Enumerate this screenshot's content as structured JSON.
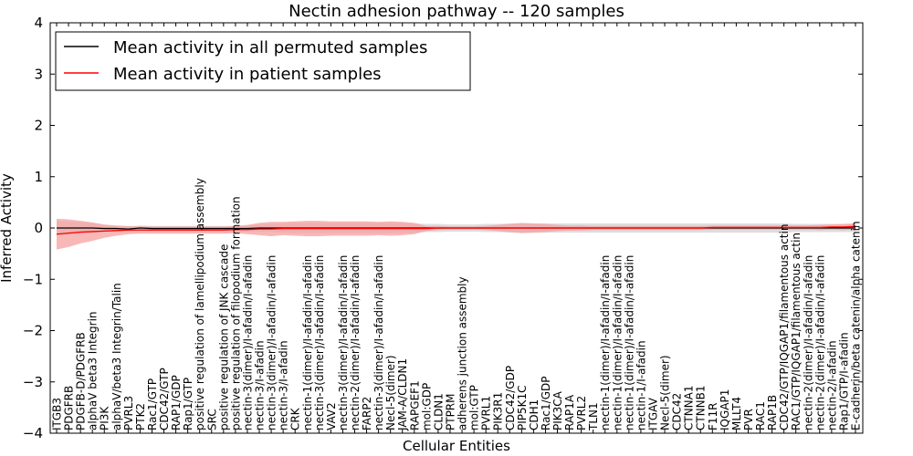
{
  "chart_data": {
    "type": "line",
    "title": "Nectin adhesion pathway -- 120 samples",
    "xlabel": "Cellular Entities",
    "ylabel": "Inferred Activity",
    "ylim": [
      -4,
      4
    ],
    "yticks": [
      -4,
      -3,
      -2,
      -1,
      0,
      1,
      2,
      3,
      4
    ],
    "legend_position": "top-left",
    "grid": false,
    "categories": [
      "ITGB3",
      "PDGFRB",
      "PDGFB-D/PDGFRB",
      "alphaV beta3 Integrin",
      "PI3K",
      "alphaV/beta3 Integrin/Talin",
      "PVRL3",
      "PTK2",
      "Rac1/GTP",
      "CDC42/GTP",
      "RAP1/GDP",
      "Rap1/GTP",
      "positive regulation of lamellipodium assembly",
      "SRC",
      "positive regulation of JNK cascade",
      "positive regulation of filopodium formation",
      "nectin-3(dimer)/I-afadin/I-afadin",
      "nectin-3/I-afadin",
      "nectin-3(dimer)/I-afadin/I-afadin",
      "nectin-3/I-afadin",
      "CRK",
      "nectin-1(dimer)/I-afadin/I-afadin",
      "nectin-3(dimer)/I-afadin/I-afadin",
      "VAV2",
      "nectin-3(dimer)/I-afadin/I-afadin",
      "nectin-2(dimer)/I-afadin/I-afadin",
      "FARP2",
      "nectin-3(dimer)/I-afadin/I-afadin",
      "Necl-5(dimer)",
      "JAM-A/CLDN1",
      "RAPGEF1",
      "mol:GDP",
      "CLDN1",
      "PTPRM",
      "adherens junction assembly",
      "mol:GTP",
      "PVRL1",
      "PIK3R1",
      "CDC42/GDP",
      "PIP5K1C",
      "CDH1",
      "Rac1/GDP",
      "PIK3CA",
      "RAP1A",
      "PVRL2",
      "TLN1",
      "nectin-1(dimer)/I-afadin/I-afadin",
      "nectin-1(dimer)/I-afadin/I-afadin",
      "nectin-1(dimer)/I-afadin/I-afadin",
      "nectin-1/I-afadin",
      "ITGAV",
      "Necl-5(dimer)",
      "CDC42",
      "CTNNA1",
      "CTNNB1",
      "F11R",
      "IQGAP1",
      "MLLT4",
      "PVR",
      "RAC1",
      "RAP1B",
      "CDC42/GTP/IQGAP1/filamentous actin",
      "RAC1/GTP/IQGAP1/filamentous actin",
      "nectin-2(dimer)/I-afadin/I-afadin",
      "nectin-2(dimer)/I-afadin/I-afadin",
      "nectin-2/I-afadin",
      "Rap1/GTP/I-afadin",
      "E-cadherin/beta catenin/alpha catenin"
    ],
    "series": [
      {
        "name": "Mean activity in all permuted samples",
        "color": "#000000",
        "band_color": "#c8c8c8",
        "values": [
          0.0,
          0.0,
          0.0,
          0.0,
          -0.01,
          -0.01,
          -0.02,
          0.0,
          -0.01,
          -0.01,
          -0.01,
          -0.01,
          -0.01,
          -0.01,
          -0.01,
          -0.01,
          -0.01,
          0.0,
          0.0,
          0.0,
          0.0,
          0.0,
          0.0,
          0.0,
          0.0,
          0.0,
          0.0,
          0.0,
          0.0,
          0.0,
          0.0,
          0.0,
          0.0,
          0.0,
          0.0,
          0.0,
          0.0,
          0.0,
          0.0,
          0.0,
          0.0,
          0.0,
          0.0,
          0.0,
          0.0,
          0.0,
          0.0,
          0.0,
          0.0,
          0.0,
          0.0,
          0.0,
          0.0,
          0.0,
          0.0,
          0.0,
          0.0,
          0.0,
          0.0,
          0.0,
          0.0,
          0.0,
          0.0,
          0.0,
          0.0,
          0.0,
          0.0,
          0.0
        ],
        "band": [
          0.14,
          0.13,
          0.12,
          0.1,
          0.06,
          0.05,
          0.05,
          0.05,
          0.05,
          0.05,
          0.05,
          0.05,
          0.05,
          0.05,
          0.05,
          0.05,
          0.06,
          0.07,
          0.08,
          0.09,
          0.1,
          0.1,
          0.1,
          0.1,
          0.1,
          0.1,
          0.1,
          0.1,
          0.1,
          0.1,
          0.09,
          0.08,
          0.08,
          0.07,
          0.07,
          0.07,
          0.08,
          0.08,
          0.09,
          0.09,
          0.09,
          0.09,
          0.09,
          0.09,
          0.09,
          0.09,
          0.09,
          0.09,
          0.09,
          0.09,
          0.09,
          0.09,
          0.09,
          0.09,
          0.09,
          0.09,
          0.09,
          0.09,
          0.09,
          0.09,
          0.09,
          0.09,
          0.08,
          0.08,
          0.08,
          0.08,
          0.08,
          0.08
        ]
      },
      {
        "name": "Mean activity in patient samples",
        "color": "#ff0000",
        "band_color": "#f5a0a0",
        "values": [
          -0.12,
          -0.1,
          -0.08,
          -0.07,
          -0.06,
          -0.05,
          -0.04,
          -0.04,
          -0.04,
          -0.04,
          -0.04,
          -0.04,
          -0.04,
          -0.04,
          -0.04,
          -0.03,
          -0.03,
          -0.02,
          -0.02,
          -0.01,
          -0.01,
          -0.01,
          -0.01,
          -0.01,
          -0.01,
          -0.01,
          -0.01,
          -0.01,
          -0.01,
          -0.01,
          -0.01,
          -0.01,
          0.0,
          0.0,
          0.0,
          0.0,
          0.0,
          0.0,
          0.0,
          0.0,
          0.0,
          0.0,
          0.0,
          0.0,
          0.0,
          0.0,
          0.0,
          0.0,
          0.0,
          0.0,
          0.0,
          0.0,
          0.0,
          0.0,
          0.0,
          0.01,
          0.01,
          0.01,
          0.01,
          0.01,
          0.01,
          0.01,
          0.01,
          0.01,
          0.01,
          0.02,
          0.02,
          0.03
        ],
        "band": [
          0.3,
          0.27,
          0.22,
          0.18,
          0.13,
          0.1,
          0.08,
          0.07,
          0.07,
          0.07,
          0.07,
          0.07,
          0.07,
          0.07,
          0.07,
          0.07,
          0.09,
          0.12,
          0.14,
          0.13,
          0.14,
          0.15,
          0.15,
          0.14,
          0.14,
          0.14,
          0.14,
          0.13,
          0.14,
          0.13,
          0.11,
          0.05,
          0.04,
          0.03,
          0.03,
          0.03,
          0.04,
          0.06,
          0.08,
          0.1,
          0.09,
          0.08,
          0.06,
          0.05,
          0.05,
          0.04,
          0.04,
          0.04,
          0.04,
          0.04,
          0.04,
          0.04,
          0.04,
          0.04,
          0.04,
          0.04,
          0.04,
          0.04,
          0.04,
          0.04,
          0.04,
          0.04,
          0.04,
          0.04,
          0.05,
          0.05,
          0.06,
          0.06
        ]
      }
    ]
  }
}
